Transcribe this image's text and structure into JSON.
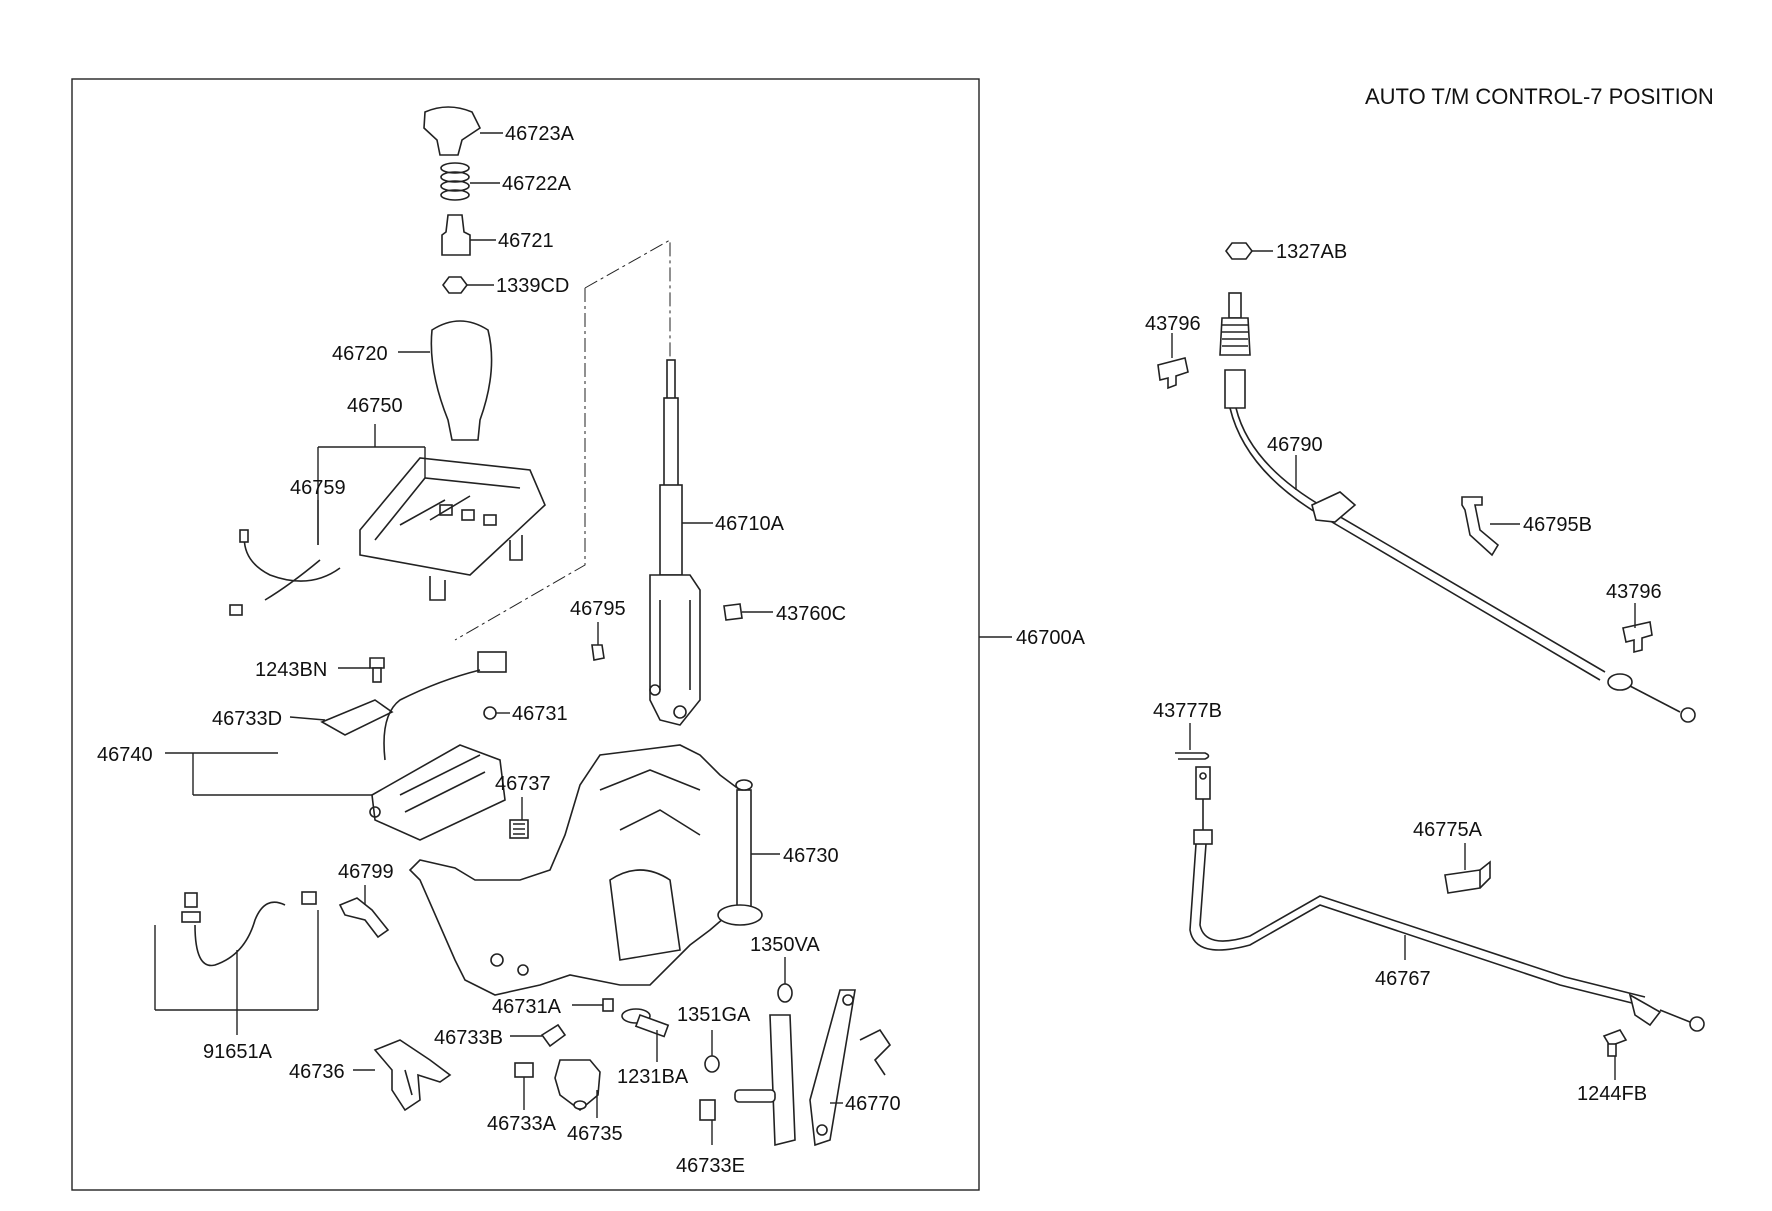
{
  "title": "AUTO T/M CONTROL-7 POSITION",
  "parts": {
    "p46723A": "46723A",
    "p46722A": "46722A",
    "p46721": "46721",
    "p1339CD": "1339CD",
    "p46720": "46720",
    "p46750": "46750",
    "p46759": "46759",
    "p46710A": "46710A",
    "p46795": "46795",
    "p43760C": "43760C",
    "p46700A": "46700A",
    "p1243BN": "1243BN",
    "p46733D": "46733D",
    "p46731": "46731",
    "p46740": "46740",
    "p46737": "46737",
    "p46730": "46730",
    "p46799": "46799",
    "p1350VA": "1350VA",
    "p46731A": "46731A",
    "p1351GA": "1351GA",
    "p46733B": "46733B",
    "p1231BA": "1231BA",
    "p91651A": "91651A",
    "p46736": "46736",
    "p46770": "46770",
    "p46733A": "46733A",
    "p46735": "46735",
    "p46733E": "46733E",
    "p1327AB": "1327AB",
    "p43796a": "43796",
    "p46790": "46790",
    "p46795B": "46795B",
    "p43796b": "43796",
    "p43777B": "43777B",
    "p46775A": "46775A",
    "p46767": "46767",
    "p1244FB": "1244FB"
  }
}
